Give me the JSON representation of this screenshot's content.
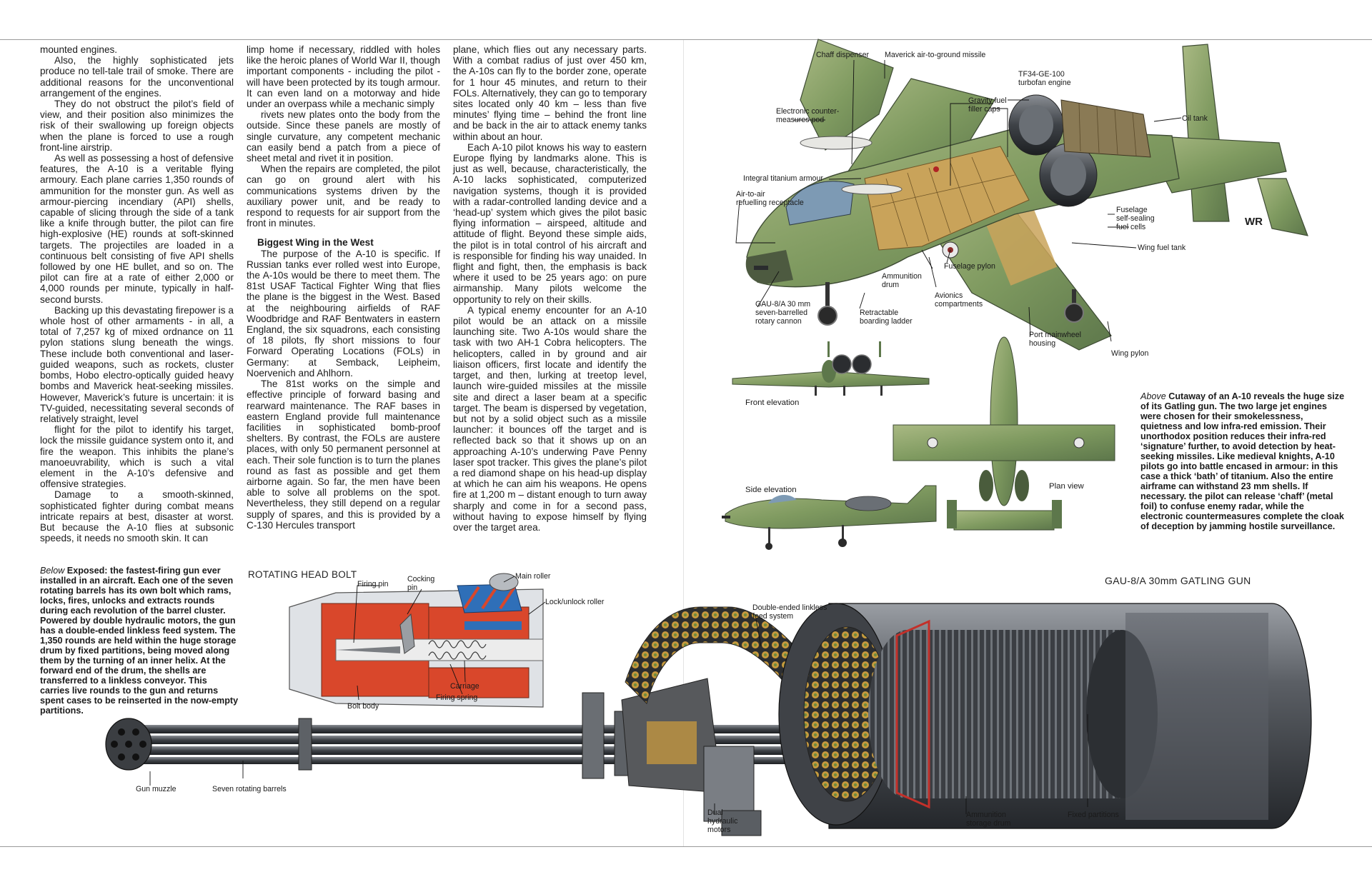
{
  "article": {
    "col1": [
      "mounted engines.",
      "Also, the highly sophisticated jets produce no tell-tale trail of smoke. There are additional reasons for the unconventional arrangement of the engines.",
      "They do not obstruct the pilot’s field of view, and their position also minimizes the risk of their swallowing up foreign objects when the plane is forced to use a rough front-line airstrip.",
      "As well as possessing a host of defensive features, the A-10 is a veritable flying armoury. Each plane carries 1,350 rounds of ammunition for the monster gun. As well as armour-piercing incendiary (API) shells, capable of slicing through the side of a tank like a knife through butter, the pilot can fire high-explosive (HE) rounds at soft-skinned targets. The projectiles are loaded in a continuous belt consisting of five API shells followed by one HE bullet, and so on. The pilot can fire at a rate of either 2,000 or 4,000 rounds per minute, typically in half-second bursts.",
      "Backing up this devastating firepower is a whole host of other armaments - in all, a total of 7,257 kg of mixed ordnance on 11 pylon stations slung beneath the wings. These include both conventional and laser-guided weapons, such as rockets, cluster bombs, Hobo electro-optically guided heavy bombs and Maverick heat-seeking missiles. However, Maverick’s future is uncertain: it is TV-guided, necessitating several seconds of relatively straight, level",
      "flight for the pilot to identify his target, lock the missile guidance system onto it, and fire the weapon. This inhibits the plane’s manoeuvrability, which is such a vital element in the A-10’s defensive and offensive strategies.",
      "Damage to a smooth-skinned, sophisticated fighter during combat means intricate repairs at best, disaster at worst. But because the A-10 flies at subsonic speeds, it needs no smooth skin. It can"
    ],
    "col2_before": [
      "limp home if necessary, riddled with holes like the heroic planes of World War II, though important components - including the pilot - will have been protected by its tough armour. It can even land on a motorway and hide under an overpass while a mechanic simply",
      "rivets new plates onto the body from the outside. Since these panels are mostly of single curvature, any competent mechanic can easily bend a patch from a piece of sheet metal and rivet it in position.",
      "When the repairs are completed, the pilot can go on ground alert with his communications systems driven by the auxiliary power unit, and be ready to respond to requests for air support from the front in minutes."
    ],
    "subhead": "Biggest Wing in the West",
    "col2_after": [
      "The purpose of the A-10 is specific. If Russian tanks ever rolled west into Europe, the A-10s would be there to meet them. The 81st USAF Tactical Fighter Wing that flies the plane is the biggest in the West. Based at the neighbouring airfields of RAF Woodbridge and RAF Bentwaters in eastern England, the six squadrons, each consisting of 18 pilots, fly short missions to four Forward Operating Locations (FOLs) in Germany: at Semback, Leipheim, Noervenich and Ahlhorn.",
      "The 81st works on the simple and effective principle of forward basing and rearward maintenance. The RAF bases in eastern England provide full maintenance facilities in sophisticated bomb-proof shelters. By contrast, the FOLs are austere places, with only 50 permanent personnel at each. Their sole function is to turn the planes round as fast as possible and get them airborne again. So far, the men have been able to solve all problems on the spot. Nevertheless, they still depend on a regular supply of spares, and this is provided by a C-130 Hercules transport"
    ],
    "col3": [
      "plane, which flies out any necessary parts. With a combat radius of just over 450 km, the A-10s can fly to the border zone, operate for 1 hour 45 minutes, and return to their FOLs. Alternatively, they can go to temporary sites located only 40 km – less than five minutes’ flying time – behind the front line and be back in the air to attack enemy tanks within about an hour.",
      "Each A-10 pilot knows his way to eastern Europe flying by landmarks alone. This is just as well, because, characteristically, the A-10 lacks sophisticated, computerized navigation systems, though it is provided with a radar-controlled landing device and a ‘head-up’ system which gives the pilot basic flying information – airspeed, altitude and attitude of flight. Beyond these simple aids, the pilot is in total control of his aircraft and is responsible for finding his way unaided. In flight and fight, then, the emphasis is back where it used to be 25 years ago: on pure airmanship. Many pilots welcome the opportunity to rely on their skills.",
      "A typical enemy encounter for an A-10 pilot would be an attack on a missile launching site. Two A-10s would share the task with two AH-1 Cobra helicopters. The helicopters, called in by ground and air liaison officers, first locate and identify the target, and then, lurking at treetop level, launch wire-guided missiles at the missile site and direct a laser beam at a specific target. The beam is dispersed by vegetation, but not by a solid object such as a missile launcher: it bounces off the target and is reflected back so that it shows up on an approaching A-10’s underwing Pave Penny laser spot tracker. This gives the plane’s pilot a red diamond shape on his head-up display at which he can aim his weapons. He opens fire at 1,200 m – distant enough to turn away sharply and come in for a second pass, without having to expose himself by flying over the target area."
    ]
  },
  "captions": {
    "below_lead": "Below",
    "below_text": " Exposed: the fastest-firing gun ever installed in an aircraft. Each one of the seven rotating barrels has its own bolt which rams, locks, fires, unlocks and extracts rounds during each revolution of the barrel cluster. Powered by double hydraulic motors, the gun has a double-ended linkless feed system. The 1,350 rounds are held within the huge storage drum by fixed partitions, being moved along them by the turning of an inner helix. At the forward end of the drum, the shells are transferred to a linkless conveyor. This carries live rounds to the gun and returns spent cases to be reinserted in the now-empty partitions.",
    "above_lead": "Above",
    "above_text": " Cutaway of an A-10 reveals the huge size of its Gatling gun. The two large jet engines were chosen for their smokelessness, quietness and low infra-red emission. Their unorthodox position reduces their infra-red ‘signature’ further, to avoid detection by heat-seeking missiles. Like medieval knights, A-10 pilots go into battle encased in armour: in this case a thick ‘bath’ of titanium. Also the entire airframe can withstand 23 mm shells. If necessary. the pilot can release ‘chaff’ (metal foil) to confuse enemy radar, while the electronic countermeasures complete the cloak of deception by jamming hostile surveillance."
  },
  "titles": {
    "rotating_head_bolt": "ROTATING HEAD BOLT",
    "gatling_gun": "GAU-8/A 30mm GATLING GUN"
  },
  "aircraft_labels": {
    "chaff": "Chaff dispenser",
    "maverick": "Maverick air-to-ground missile",
    "engine": "TF34-GE-100\nturbofan engine",
    "ecm": "Electronic counter-\nmeasures pod",
    "gravity": "Gravity fuel\nfiller caps",
    "oil": "Oil tank",
    "titanium": "Integral titanium armour",
    "refuel": "Air-to-air\nrefuelling receptacle",
    "fuselage_cells": "Fuselage\nself-sealing\nfuel cells",
    "wing_fuel": "Wing fuel tank",
    "fuselage_pylon": "Fuselage pylon",
    "ammo_drum": "Ammunition\ndrum",
    "avionics": "Avionics\ncompartments",
    "gau": "GAU-8/A 30 mm\nseven-barrelled\nrotary cannon",
    "ladder": "Retractable\nboarding ladder",
    "mainwheel": "Port mainwheel\nhousing",
    "wing_pylon": "Wing pylon",
    "front_elev": "Front elevation",
    "side_elev": "Side elevation",
    "plan": "Plan view",
    "tail_code": "WR"
  },
  "gun_labels": {
    "firing_pin": "Firing pin",
    "cocking_pin": "Cocking\npin",
    "main_roller": "Main roller",
    "lock_roller": "Lock/unlock roller",
    "carriage": "Carriage",
    "firing_spring": "Firing spring",
    "bolt_body": "Bolt body",
    "linkless": "Double-ended linkless\nfeed system",
    "muzzle": "Gun muzzle",
    "barrels": "Seven rotating barrels",
    "motors": "Dual\nhydraulic\nmotors",
    "storage": "Ammunition\nstorage drum",
    "partitions": "Fixed partitions"
  },
  "colors": {
    "camo_light": "#9aab72",
    "camo_dark": "#5e7a4e",
    "interior": "#c9a35a",
    "steel": "#4a4d52",
    "bolt_red": "#d9472b",
    "bolt_blue": "#2f6fb8",
    "shell_brass": "#c89a3e",
    "shell_green": "#6f8a3c"
  }
}
